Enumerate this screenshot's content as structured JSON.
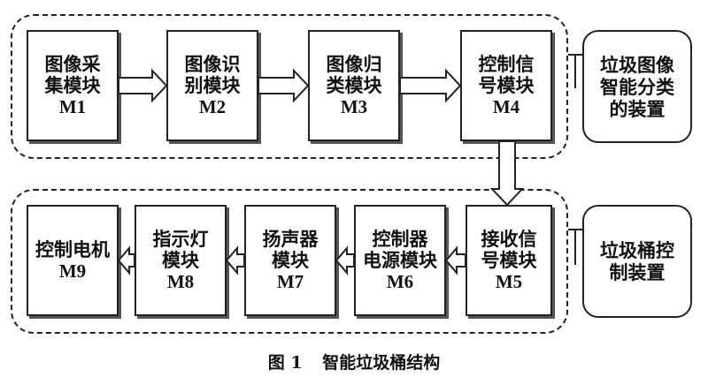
{
  "caption": {
    "figure_no": "图 1",
    "title": "智能垃圾桶结构"
  },
  "groups": {
    "top": {
      "label": "垃圾图像\n智能分类\n的装置"
    },
    "bottom": {
      "label": "垃圾桶控\n制装置"
    }
  },
  "modules": {
    "m1": {
      "text": "图像采\n集模块",
      "code": "M1"
    },
    "m2": {
      "text": "图像识\n别模块",
      "code": "M2"
    },
    "m3": {
      "text": "图像归\n类模块",
      "code": "M3"
    },
    "m4": {
      "text": "控制信\n号模块",
      "code": "M4"
    },
    "m5": {
      "text": "接收信\n号模块",
      "code": "M5"
    },
    "m6": {
      "text": "控制器\n电源模块",
      "code": "M6"
    },
    "m7": {
      "text": "扬声器\n模块",
      "code": "M7"
    },
    "m8": {
      "text": "指示灯\n模块",
      "code": "M8"
    },
    "m9": {
      "text": "控制电机",
      "code": "M9"
    }
  }
}
